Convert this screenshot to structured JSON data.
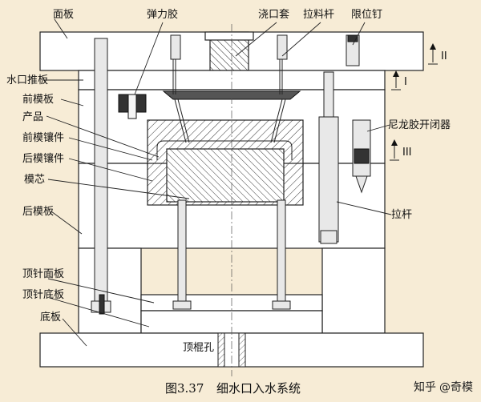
{
  "labels": {
    "face_plate": "面板",
    "spring_glue": "弹力胶",
    "sprue_bush": "浇口套",
    "puller_rod": "拉料杆",
    "stop_pin": "限位钉",
    "runner_stripper": "水口推板",
    "front_mold_plate": "前模板",
    "product": "产品",
    "front_insert": "前模镶件",
    "rear_insert": "后模镶件",
    "core": "模芯",
    "rear_mold_plate": "后模板",
    "ejector_retainer": "顶针面板",
    "ejector_base": "顶针底板",
    "bottom_plate": "底板",
    "ko_hole": "顶棍孔",
    "nylon_opener": "尼龙胶开闭器",
    "pull_rod": "拉杆",
    "parting_1": "I",
    "parting_2": "II",
    "parting_3": "III"
  },
  "caption": {
    "number": "图3.37",
    "title": "细水口入水系统"
  },
  "watermark": {
    "site": "知乎",
    "author": "@奇模"
  }
}
